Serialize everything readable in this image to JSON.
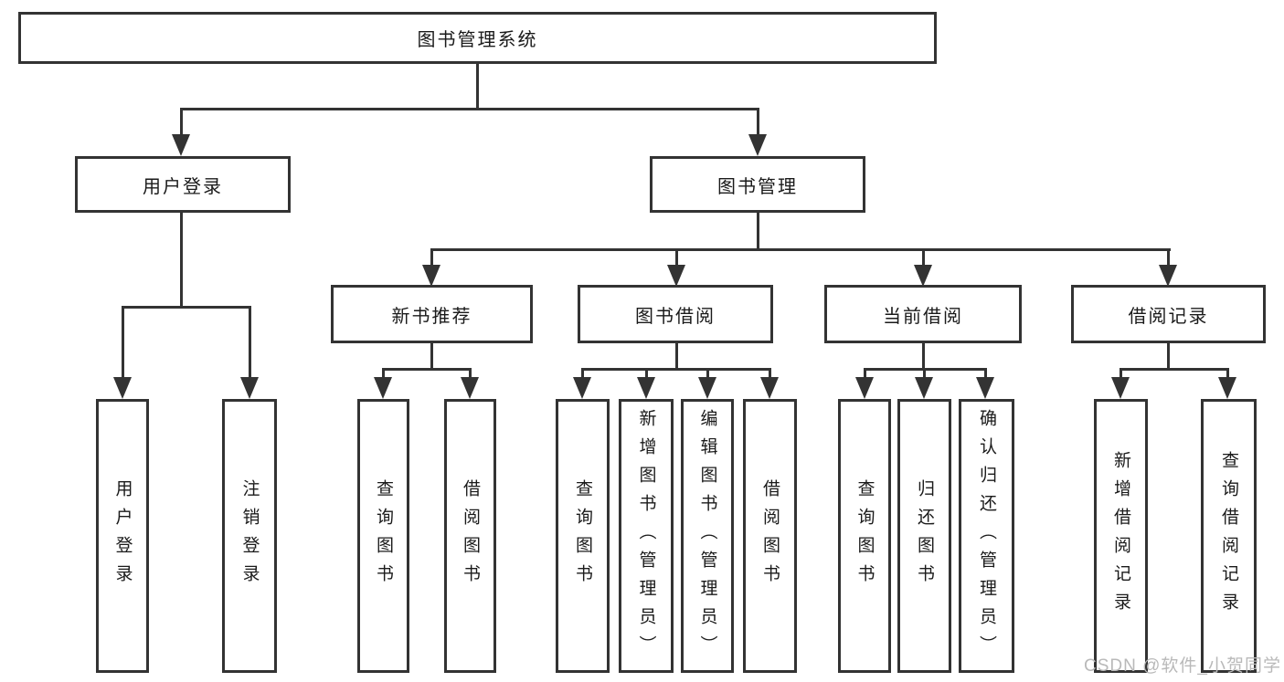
{
  "diagram_type": "hierarchy-tree",
  "tree": {
    "root": {
      "label": "图书管理系统",
      "children": [
        {
          "label": "用户登录",
          "children": [
            {
              "label": "用户登录"
            },
            {
              "label": "注销登录"
            }
          ]
        },
        {
          "label": "图书管理",
          "children": [
            {
              "label": "新书推荐",
              "children": [
                {
                  "label": "查询图书"
                },
                {
                  "label": "借阅图书"
                }
              ]
            },
            {
              "label": "图书借阅",
              "children": [
                {
                  "label": "查询图书"
                },
                {
                  "label": "新增图书（管理员）"
                },
                {
                  "label": "编辑图书（管理员）"
                },
                {
                  "label": "借阅图书"
                }
              ]
            },
            {
              "label": "当前借阅",
              "children": [
                {
                  "label": "查询图书"
                },
                {
                  "label": "归还图书"
                },
                {
                  "label": "确认归还（管理员）"
                }
              ]
            },
            {
              "label": "借阅记录",
              "children": [
                {
                  "label": "新增借阅记录"
                },
                {
                  "label": "查询借阅记录"
                }
              ]
            }
          ]
        }
      ]
    }
  },
  "watermark": "CSDN @软件_小贺同学",
  "colors": {
    "line": "#333333",
    "text": "#1a1a1a",
    "background": "#ffffff",
    "watermark": "#b9b9b9"
  }
}
